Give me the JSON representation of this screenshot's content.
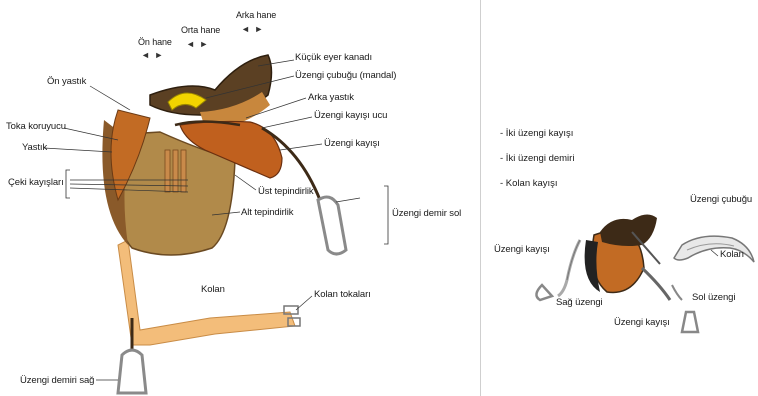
{
  "left_diagram": {
    "labels": {
      "on_hane": "Ön hane",
      "orta_hane": "Orta hane",
      "arka_hane": "Arka hane",
      "kucuk_eyer_kanadi": "Küçük eyer kanadı",
      "uzengi_cubugu_mandal": "Üzengi çubuğu (mandal)",
      "on_yastik": "Ön yastık",
      "arka_yastik": "Arka yastık",
      "uzengi_kayisi_ucu": "Üzengi kayışı ucu",
      "toka_koruyucu": "Toka koruyucu",
      "yastik": "Yastık",
      "uzengi_kayisi": "Üzengi kayışı",
      "ceki_kayislari": "Çeki kayışları",
      "ust_tepindirlik": "Üst tepindirlik",
      "alt_tepindirlik": "Alt tepindirlik",
      "uzengi_demir_sol": "Üzengi demir sol",
      "kolan": "Kolan",
      "kolan_tokalari": "Kolan tokaları",
      "uzengi_demiri_sag": "Üzengi demiri sağ"
    },
    "arrows": {
      "on_hane": "◄ ►",
      "orta_hane": "◄ ►",
      "arka_hane": "◄ ►"
    }
  },
  "right_diagram": {
    "list": [
      "- İki üzengi kayışı",
      "- İki üzengi demiri",
      "- Kolan kayışı"
    ],
    "labels": {
      "uzengi_cubugu": "Üzengi çubuğu",
      "kolan": "Kolan",
      "uzengi_kayisi_left": "Üzengi kayışı",
      "sag_uzengi": "Sağ üzengi",
      "sol_uzengi": "Sol üzengi",
      "uzengi_kayisi_bottom": "Üzengi kayışı"
    }
  },
  "colors": {
    "saddle_brown": "#b5702f",
    "saddle_dark": "#3d2a17",
    "flap_tan": "#c89a52",
    "girth": "#f3bd7a",
    "pommel_yellow": "#f2d400",
    "iron_grey": "#8a8a8a"
  }
}
